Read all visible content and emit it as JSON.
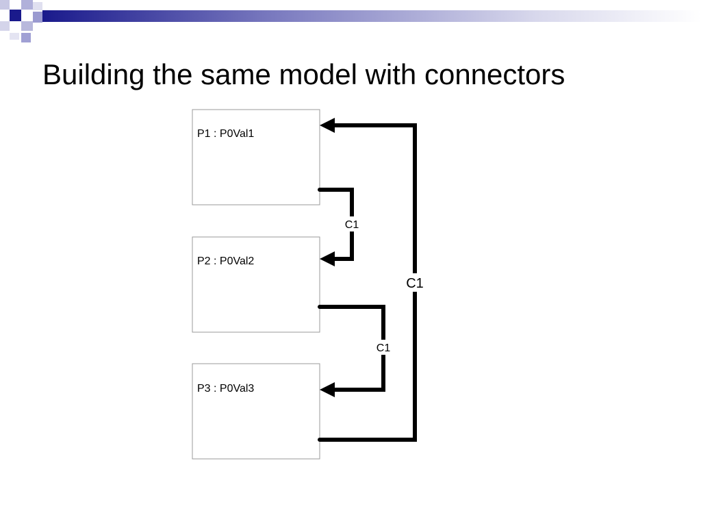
{
  "slide": {
    "title": "Building the same model with connectors"
  },
  "theme": {
    "accent_dark": "#1a1a8c",
    "accent_light": "#9a9ad0",
    "gradient_end": "#ffffff"
  },
  "diagram": {
    "parts": [
      {
        "label": "P1 : P0Val1"
      },
      {
        "label": "P2 : P0Val2"
      },
      {
        "label": "P3 : P0Val3"
      }
    ],
    "connectors": [
      {
        "label": "C1",
        "from": "P1",
        "to": "P2"
      },
      {
        "label": "C1",
        "from": "P2",
        "to": "P3"
      },
      {
        "label": "C1",
        "from": "P3",
        "to": "P1"
      }
    ]
  }
}
